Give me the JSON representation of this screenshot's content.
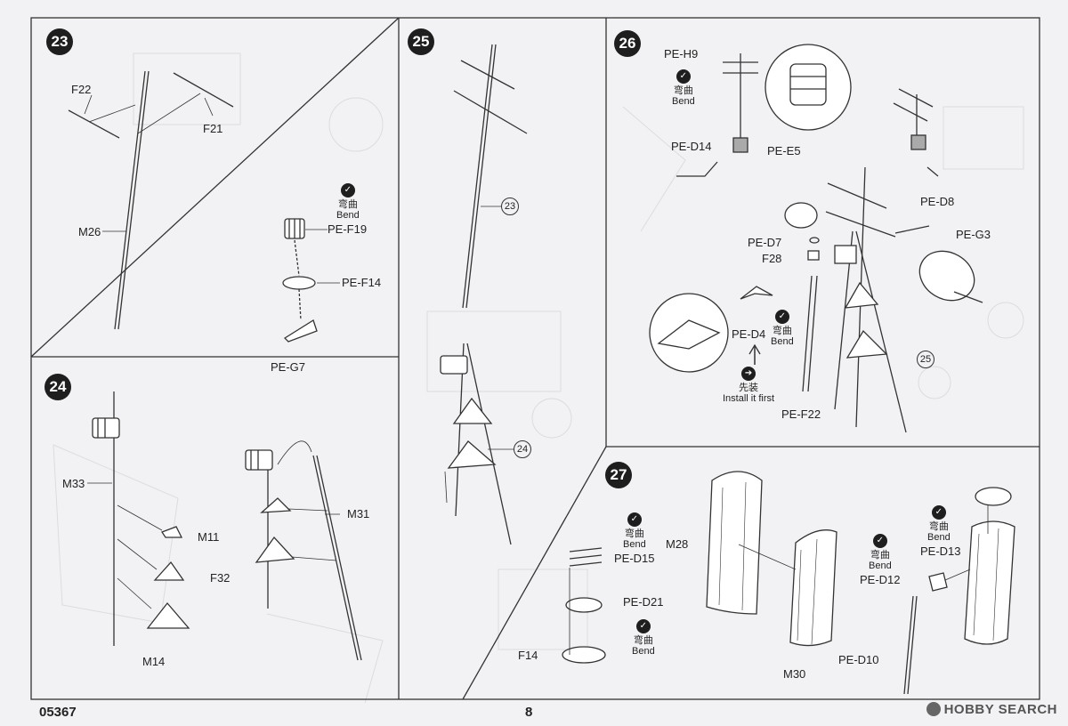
{
  "steps": [
    {
      "number": "23",
      "labels": [
        "F22",
        "F21",
        "M26",
        "PE-F19",
        "PE-F14",
        "PE-G7"
      ],
      "bend": {
        "zh": "弯曲",
        "en": "Bend"
      }
    },
    {
      "number": "24",
      "labels": [
        "M33",
        "M11",
        "F32",
        "M14",
        "M31"
      ]
    },
    {
      "number": "25",
      "refs": [
        "23",
        "24"
      ]
    },
    {
      "number": "26",
      "labels": [
        "PE-H9",
        "PE-D14",
        "PE-E5",
        "PE-D8",
        "PE-G3",
        "PE-D7",
        "F28",
        "PE-D4",
        "PE-F22"
      ],
      "refs": [
        "25"
      ],
      "bend": {
        "zh": "弯曲",
        "en": "Bend"
      },
      "install_first": {
        "zh": "先装",
        "en": "Install it first"
      }
    },
    {
      "number": "27",
      "labels": [
        "PE-D15",
        "M28",
        "PE-D21",
        "F14",
        "M30",
        "PE-D13",
        "PE-D12",
        "PE-D10"
      ],
      "bend": {
        "zh": "弯曲",
        "en": "Bend"
      }
    }
  ],
  "footer": {
    "product_code": "05367",
    "page_number": "8"
  },
  "watermark": "HOBBY SEARCH"
}
